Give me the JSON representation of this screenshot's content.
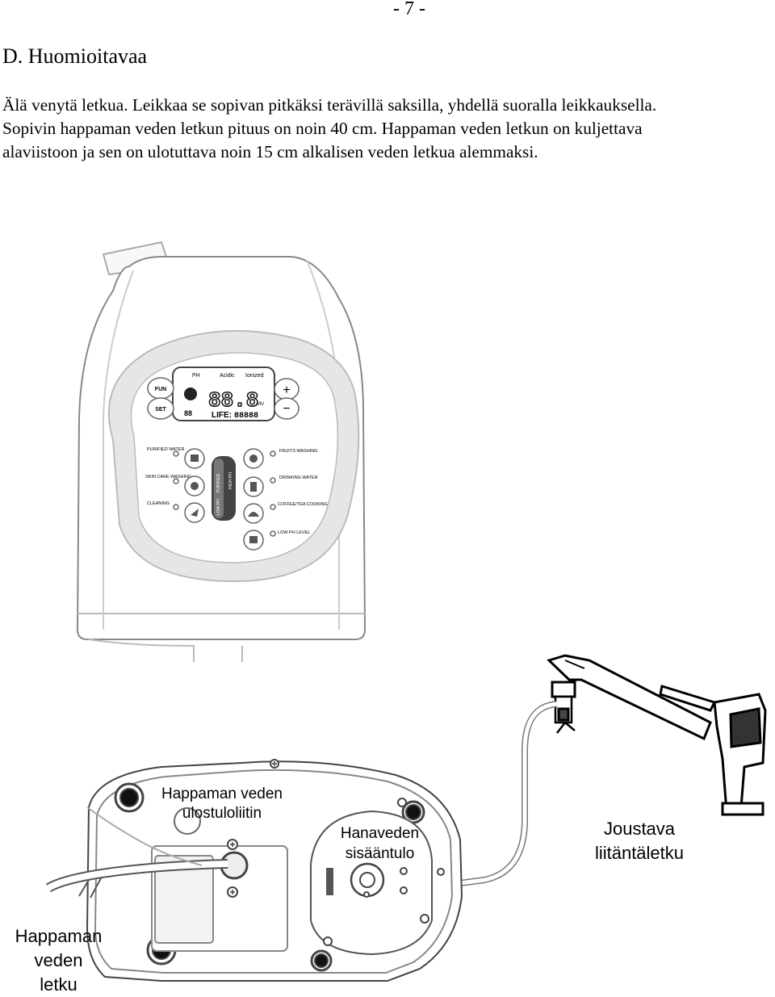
{
  "page": {
    "number": "- 7 -",
    "section_title": "D. Huomioitavaa",
    "paragraph_lines": [
      "Älä venytä letkua. Leikkaa se sopivan pitkäksi terävillä saksilla, yhdellä suoralla leikkauksella.",
      "Sopivin happaman veden letkun pituus on noin 40 cm. Happaman veden letkun on kuljettava",
      "alaviistoon ja sen on ulotuttava noin 15 cm alkalisen veden letkua alemmaksi."
    ]
  },
  "device_panel": {
    "display": {
      "ph_label": "PH",
      "acidic_label": "Acidic",
      "ionized_label": "Ionized",
      "digits": "88.8",
      "mv_label": "MV",
      "life_label": "LIFE:",
      "life_digits": "88888",
      "small_digits": "88"
    },
    "buttons": {
      "fun": "FUN",
      "set": "SET",
      "plus": "+",
      "minus": "−"
    },
    "modes_left": [
      "PURIFIED WATER",
      "SKIN CARE WASHING",
      "CLEANING"
    ],
    "modes_right": [
      "FRUITS WASHING",
      "DRINKING WATER",
      "COFFEE/TEA COOKING",
      "LOW PH LEVEL"
    ],
    "slider_labels": {
      "top": "PURIFIED",
      "high": "HIGH PH",
      "low": "LOW PH"
    }
  },
  "callouts": {
    "acid_outlet": [
      "Happaman veden",
      "ulostuloliitin"
    ],
    "tap_inlet": [
      "Hanaveden",
      "sisääntulo"
    ],
    "flex_hose": [
      "Joustava",
      "liitäntäletku"
    ],
    "acid_hose": [
      "Happaman",
      "veden",
      "letku"
    ]
  }
}
